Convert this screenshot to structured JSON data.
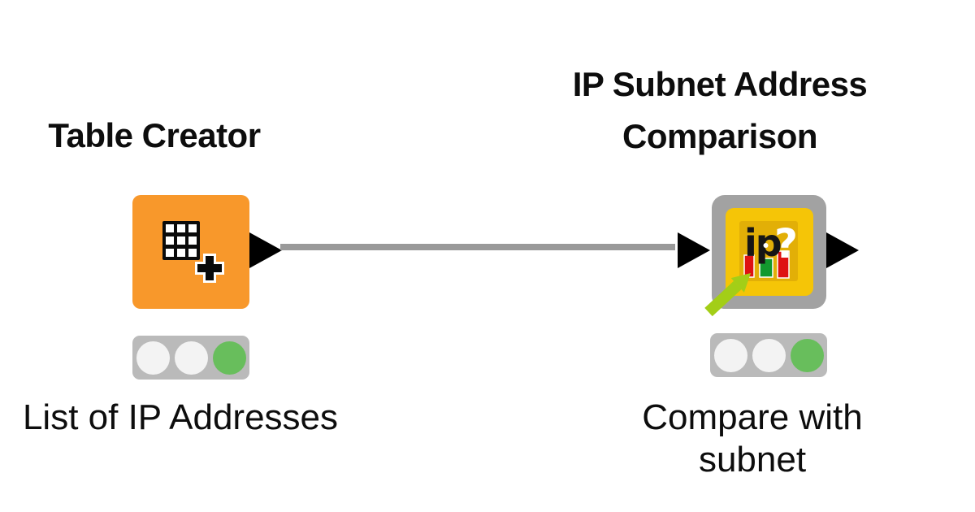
{
  "canvas": {
    "background": "#FFFFFF"
  },
  "colors": {
    "canvas_bg": "#FFFFFF",
    "text_black": "#0D0D0D",
    "node_orange": "#F8982B",
    "node_frame_gray": "#A2A2A2",
    "node_yellow": "#F5C507",
    "icon_gold": "#E2AF07",
    "edge_gray": "#9A9A9A",
    "port_black": "#000000",
    "traffic_bg": "#BABABA",
    "light_off": "#F3F3F3",
    "light_on": "#68BE5C",
    "icon_red": "#DE1212",
    "icon_green": "#12992E",
    "arrow_green": "#A3CE17"
  },
  "nodes": {
    "table_creator": {
      "title": "Table Creator",
      "annotation": "List of IP Addresses",
      "status_light": "green",
      "out_ports": 1
    },
    "ip_subnet_comparison": {
      "title_line1": "IP Subnet Address",
      "title_line2": "Comparison",
      "annotation": "Compare with subnet",
      "status_light": "green",
      "icon_ip_text": "ip",
      "icon_question_text": "?",
      "in_ports": 1,
      "out_ports": 1
    }
  },
  "connection": {
    "from": "Table Creator",
    "to": "IP Subnet Address Comparison"
  }
}
